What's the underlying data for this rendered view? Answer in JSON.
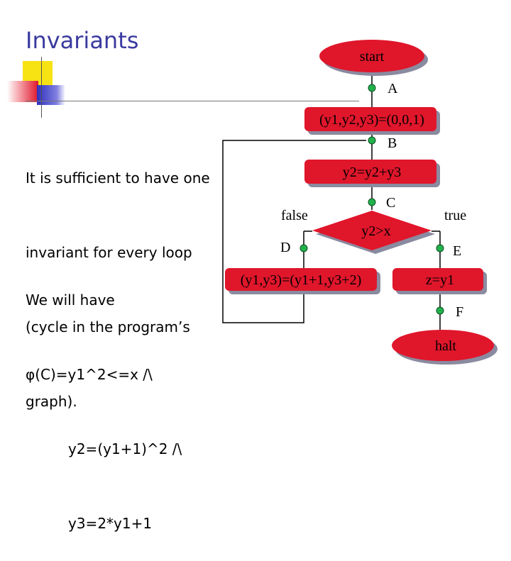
{
  "title": "Invariants",
  "body": {
    "paragraph1": [
      "It is sufficient to have one",
      "invariant for every loop",
      "(cycle in the program’s",
      "graph)."
    ],
    "paragraph2": [
      "We will have",
      "φ(C)=y1^2<=x /\\",
      "y2=(y1+1)^2 /\\",
      "y3=2*y1+1"
    ]
  },
  "flowchart": {
    "start": "start",
    "point_a": "A",
    "init": "(y1,y2,y3)=(0,0,1)",
    "point_b": "B",
    "update_y2": "y2=y2+y3",
    "point_c": "C",
    "condition": "y2>x",
    "false_label": "false",
    "true_label": "true",
    "point_d": "D",
    "point_e": "E",
    "update_loop": "(y1,y3)=(y1+1,y3+2)",
    "assign_z": "z=y1",
    "point_f": "F",
    "halt": "halt"
  },
  "colors": {
    "title": "#3a3aa0",
    "node_fill": "#e0162b",
    "shadow": "#8a8aa0",
    "point_fill": "#22b14c",
    "deco_yellow": "#f7e214",
    "deco_red": "#e0162b",
    "deco_blue": "#3030c0"
  }
}
